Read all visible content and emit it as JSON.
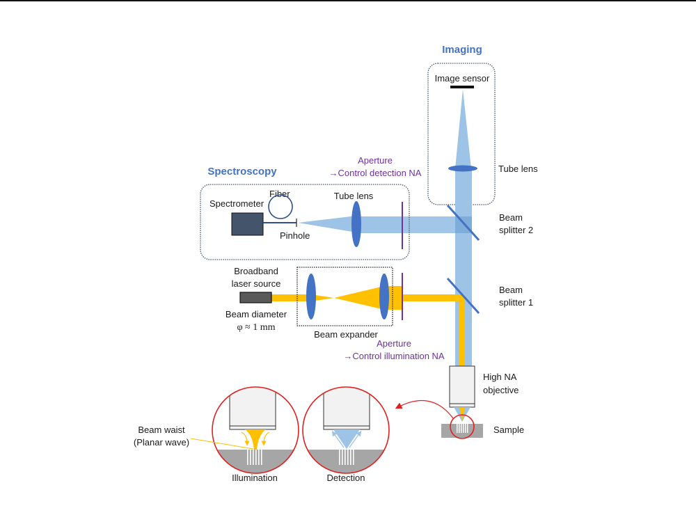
{
  "sections": {
    "imaging": "Imaging",
    "spectroscopy": "Spectroscopy"
  },
  "labels": {
    "image_sensor": "Image sensor",
    "tube_lens_imaging": "Tube lens",
    "beam_splitter_2_line1": "Beam",
    "beam_splitter_2_line2": "splitter 2",
    "beam_splitter_1_line1": "Beam",
    "beam_splitter_1_line2": "splitter 1",
    "aperture_detection_line1": "Aperture",
    "aperture_detection_line2": "→Control detection NA",
    "fiber": "Fiber",
    "spectrometer": "Spectrometer",
    "pinhole": "Pinhole",
    "tube_lens_spectroscopy": "Tube lens",
    "laser_line1": "Broadband",
    "laser_line2": "laser source",
    "beam_diameter_line1": "Beam diameter",
    "beam_diameter_line2": "φ ≈ 1 mm",
    "beam_expander": "Beam expander",
    "aperture_illumination_line1": "Aperture",
    "aperture_illumination_line2": "→Control illumination NA",
    "objective_line1": "High NA",
    "objective_line2": "objective",
    "sample": "Sample",
    "beam_waist_line1": "Beam waist",
    "beam_waist_line2": "(Planar wave)",
    "illumination": "Illumination",
    "detection": "Detection"
  },
  "colors": {
    "section_blue": "#4472c4",
    "detection_beam": "#9dc3e6",
    "lens_blue": "#4472c4",
    "laser_yellow": "#ffc000",
    "aperture_purple": "#7030a0",
    "highlight_red": "#e02020",
    "sample_gray": "#a6a6a6",
    "spectrometer_fill": "#44546a"
  }
}
